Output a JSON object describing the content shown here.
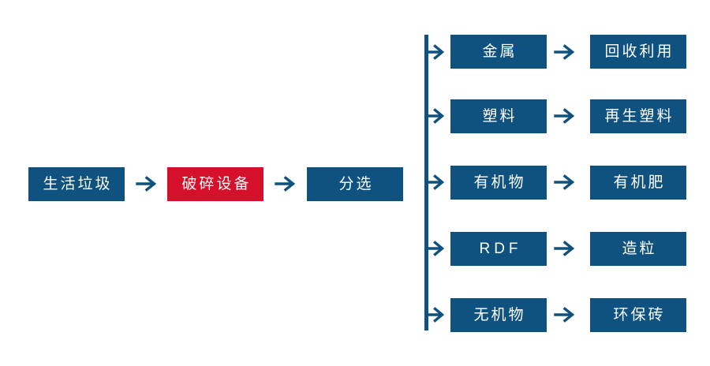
{
  "diagram": {
    "type": "process-flow",
    "title_text": "",
    "colors": {
      "primary_blue": "#0f5280",
      "highlight_red": "#d4102a",
      "background": "#ffffff",
      "node_text": "#ffffff"
    },
    "main_chain": [
      {
        "id": "msw",
        "label": "生活垃圾",
        "style": "blue"
      },
      {
        "id": "shredder",
        "label": "破碎设备",
        "style": "red"
      },
      {
        "id": "sorting",
        "label": "分选",
        "style": "blue"
      }
    ],
    "main_arrows": [
      {
        "id": "arrow-msw-to-shredder",
        "glyph": "arrow-right-icon"
      },
      {
        "id": "arrow-shredder-to-sort",
        "glyph": "arrow-right-icon"
      }
    ],
    "branch_arrow_glyph": "arrow-right-icon",
    "branches": [
      {
        "id": "metal",
        "fraction": "金属",
        "product": "回收利用"
      },
      {
        "id": "plastic",
        "fraction": "塑料",
        "product": "再生塑料"
      },
      {
        "id": "organic",
        "fraction": "有机物",
        "product": "有机肥"
      },
      {
        "id": "rdf",
        "fraction": "RDF",
        "product": "造粒"
      },
      {
        "id": "inorganic",
        "fraction": "无机物",
        "product": "环保砖"
      }
    ]
  }
}
